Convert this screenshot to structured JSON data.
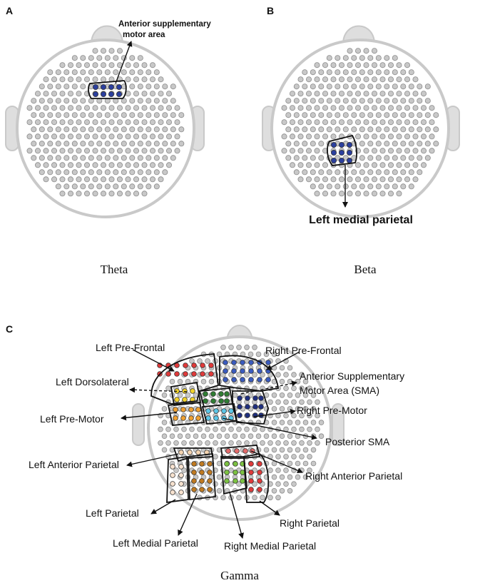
{
  "panels": {
    "a": {
      "letter": "A",
      "caption": "Theta",
      "label": [
        "Anterior supplementary",
        "motor area"
      ],
      "highlight_color": "#2b3f9e"
    },
    "b": {
      "letter": "B",
      "caption": "Beta",
      "label": "Left medial parietal",
      "highlight_color": "#2b3f9e"
    },
    "c": {
      "letter": "C",
      "caption": "Gamma",
      "regions": {
        "left_pre_frontal": {
          "label": "Left Pre-Frontal",
          "color": "#e03a3a"
        },
        "right_pre_frontal": {
          "label": "Right Pre-Frontal",
          "color": "#3a5bbf"
        },
        "left_dorsolateral": {
          "label": "Left Dorsolateral",
          "color": "#f0d22a"
        },
        "anterior_sma": {
          "label": [
            "Anterior Supplementary",
            "Motor Area (SMA)"
          ],
          "color": "#2f7d32"
        },
        "left_pre_motor": {
          "label": "Left Pre-Motor",
          "color": "#f0a030"
        },
        "right_pre_motor": {
          "label": "Right Pre-Motor",
          "color": "#1f2f80"
        },
        "posterior_sma": {
          "label": "Posterior SMA",
          "color": "#5bc6e8"
        },
        "left_anterior_parietal": {
          "label": "Left Anterior Parietal",
          "color": "#f3d3b0"
        },
        "right_anterior_parietal": {
          "label": "Right Anterior Parietal",
          "color": "#e36b6b"
        },
        "left_parietal": {
          "label": "Left Parietal",
          "color": "#f7e2cf"
        },
        "right_parietal": {
          "label": "Right Parietal",
          "color": "#e03a3a"
        },
        "left_medial_parietal": {
          "label": "Left Medial Parietal",
          "color": "#c07a20"
        },
        "right_medial_parietal": {
          "label": "Right Medial Parietal",
          "color": "#7cc242"
        }
      }
    }
  },
  "colors": {
    "electrode_fill": "#c8c8c8",
    "electrode_stroke": "#8a8a8a",
    "head_outline": "#c9c9c9"
  }
}
